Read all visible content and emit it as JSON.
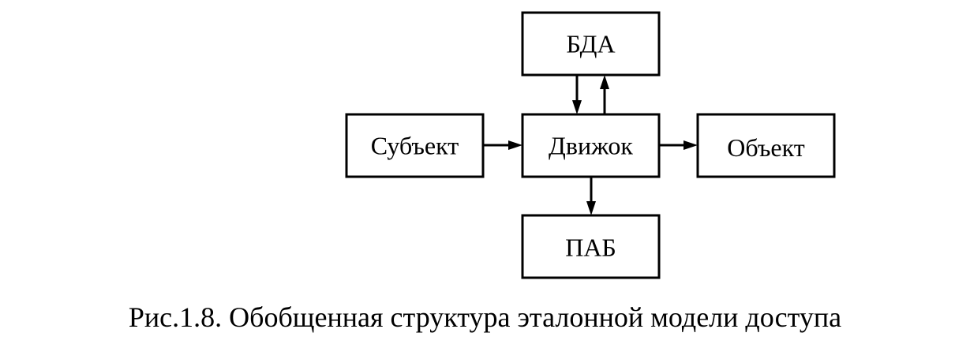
{
  "diagram": {
    "nodes": {
      "bda": {
        "label": "БДА"
      },
      "subject": {
        "label": "Субъект"
      },
      "engine": {
        "label": "Движок"
      },
      "object": {
        "label": "Объект"
      },
      "pab": {
        "label": "ПАБ"
      }
    },
    "edges": [
      {
        "from": "subject",
        "to": "engine"
      },
      {
        "from": "engine",
        "to": "object"
      },
      {
        "from": "bda",
        "to": "engine"
      },
      {
        "from": "engine",
        "to": "bda"
      },
      {
        "from": "engine",
        "to": "pab"
      }
    ],
    "caption": "Рис.1.8. Обобщенная структура эталонной модели доступа"
  }
}
